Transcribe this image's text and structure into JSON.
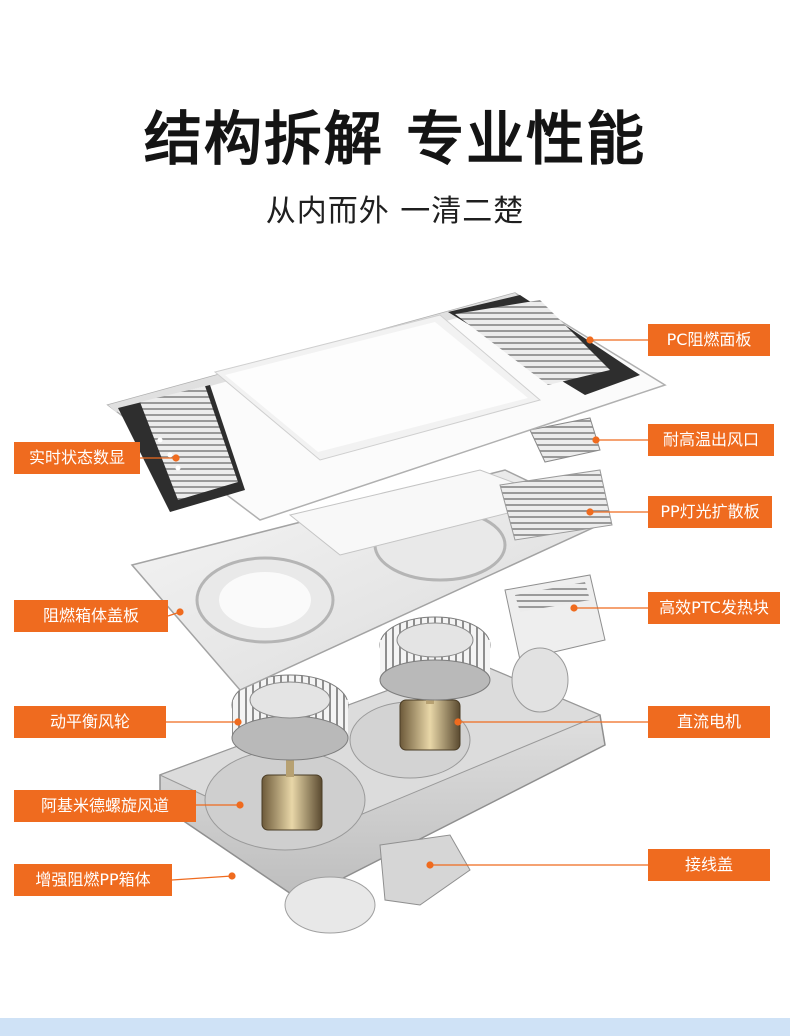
{
  "header": {
    "title": "结构拆解 专业性能",
    "subtitle": "从内而外 一清二楚"
  },
  "left_labels": [
    "实时状态数显",
    "阻燃箱体盖板",
    "动平衡风轮",
    "阿基米德螺旋风道",
    "增强阻燃PP箱体"
  ],
  "right_labels": [
    "PC阻燃面板",
    "耐高温出风口",
    "PP灯光扩散板",
    "高效PTC发热块",
    "直流电机",
    "接线盖"
  ],
  "colors": {
    "accent": "#ef6b1f",
    "title": "#141414",
    "strip": "#cfe2f6"
  }
}
